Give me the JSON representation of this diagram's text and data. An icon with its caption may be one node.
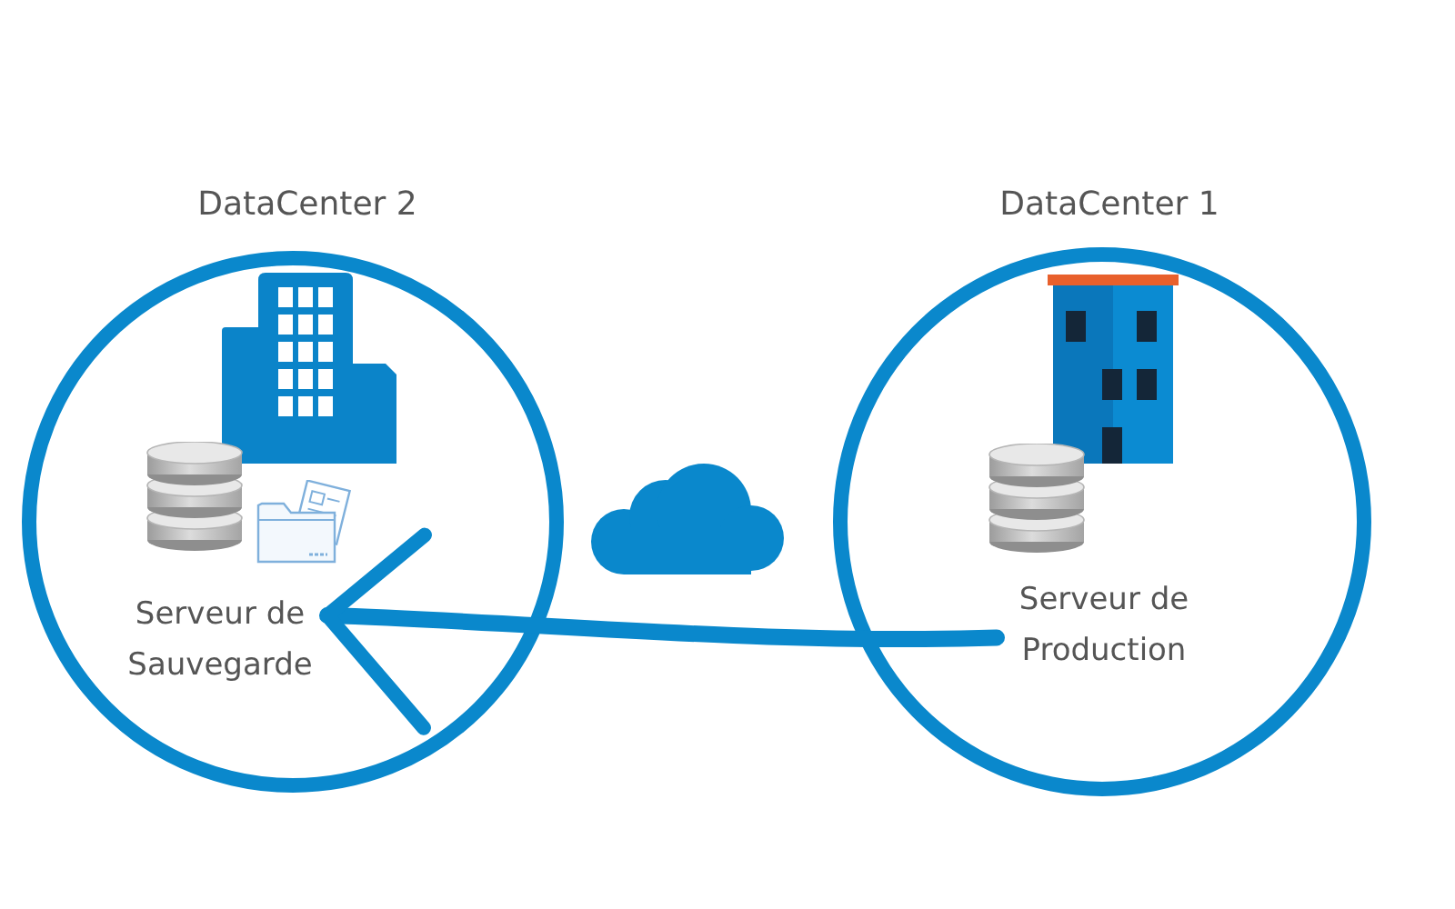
{
  "diagram": {
    "nodes": [
      {
        "text": [
          "DataCenter 2"
        ]
      },
      {
        "text": [
          "Serveur de Sauvegarde"
        ],
        "in": 0
      },
      {
        "text": [
          "DataCenter 1"
        ]
      },
      {
        "text": [
          "Serveur de Production"
        ],
        "in": 2
      }
    ],
    "edges": [
      {
        "from": 3,
        "to": 1,
        "arrow": "to"
      }
    ]
  }
}
